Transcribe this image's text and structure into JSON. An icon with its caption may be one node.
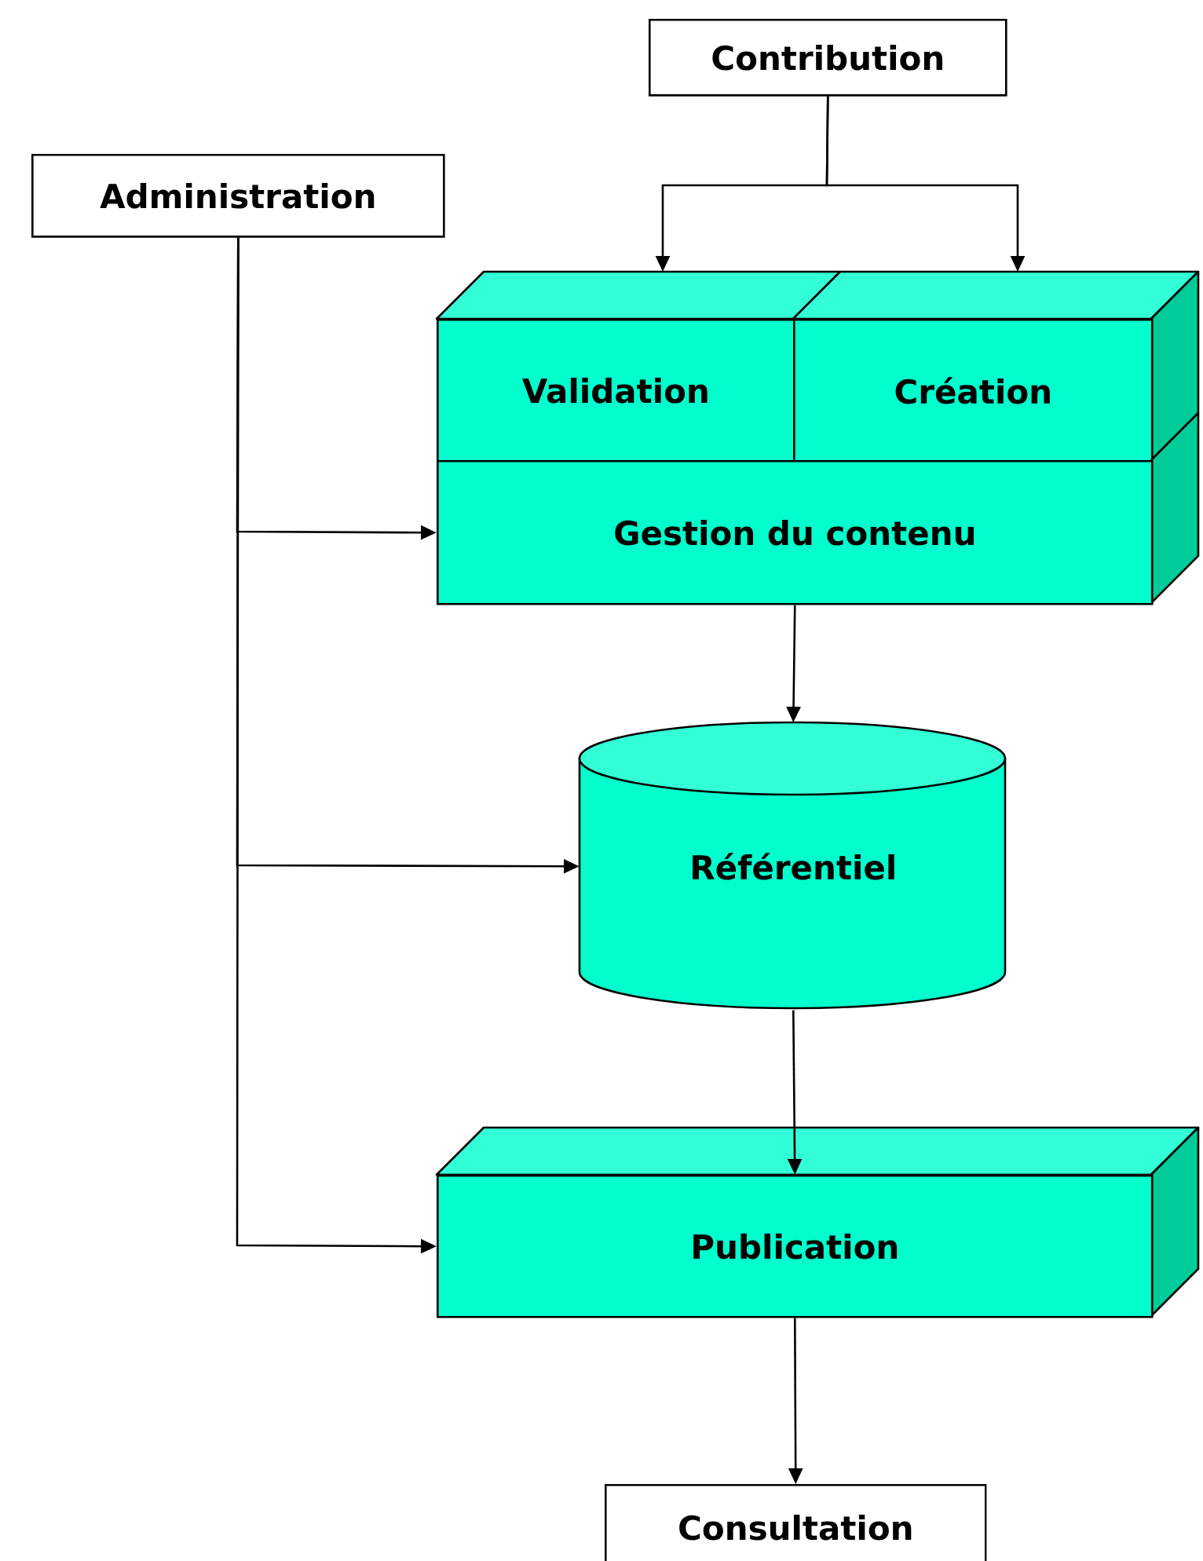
{
  "diagram": {
    "nodes": [
      {
        "text": [
          "Contribution"
        ]
      },
      {
        "text": [
          "Administration"
        ]
      },
      {
        "text": [
          "Validation"
        ]
      },
      {
        "text": [
          "Création"
        ]
      },
      {
        "text": [
          "Gestion du contenu"
        ]
      },
      {
        "text": [
          "Référentiel"
        ]
      },
      {
        "text": [
          "Publication"
        ]
      },
      {
        "text": [
          "Consultation"
        ]
      }
    ],
    "edges": [
      {
        "from": 0,
        "to": 2,
        "arrow": "to"
      },
      {
        "from": 0,
        "to": 3,
        "arrow": "to"
      },
      {
        "from": 1,
        "to": 4,
        "arrow": "to"
      },
      {
        "from": 1,
        "to": 5,
        "arrow": "to"
      },
      {
        "from": 1,
        "to": 6,
        "arrow": "to"
      },
      {
        "from": 4,
        "to": 5,
        "arrow": "to"
      },
      {
        "from": 5,
        "to": 6,
        "arrow": "to"
      },
      {
        "from": 6,
        "to": 7,
        "arrow": "to"
      }
    ]
  }
}
